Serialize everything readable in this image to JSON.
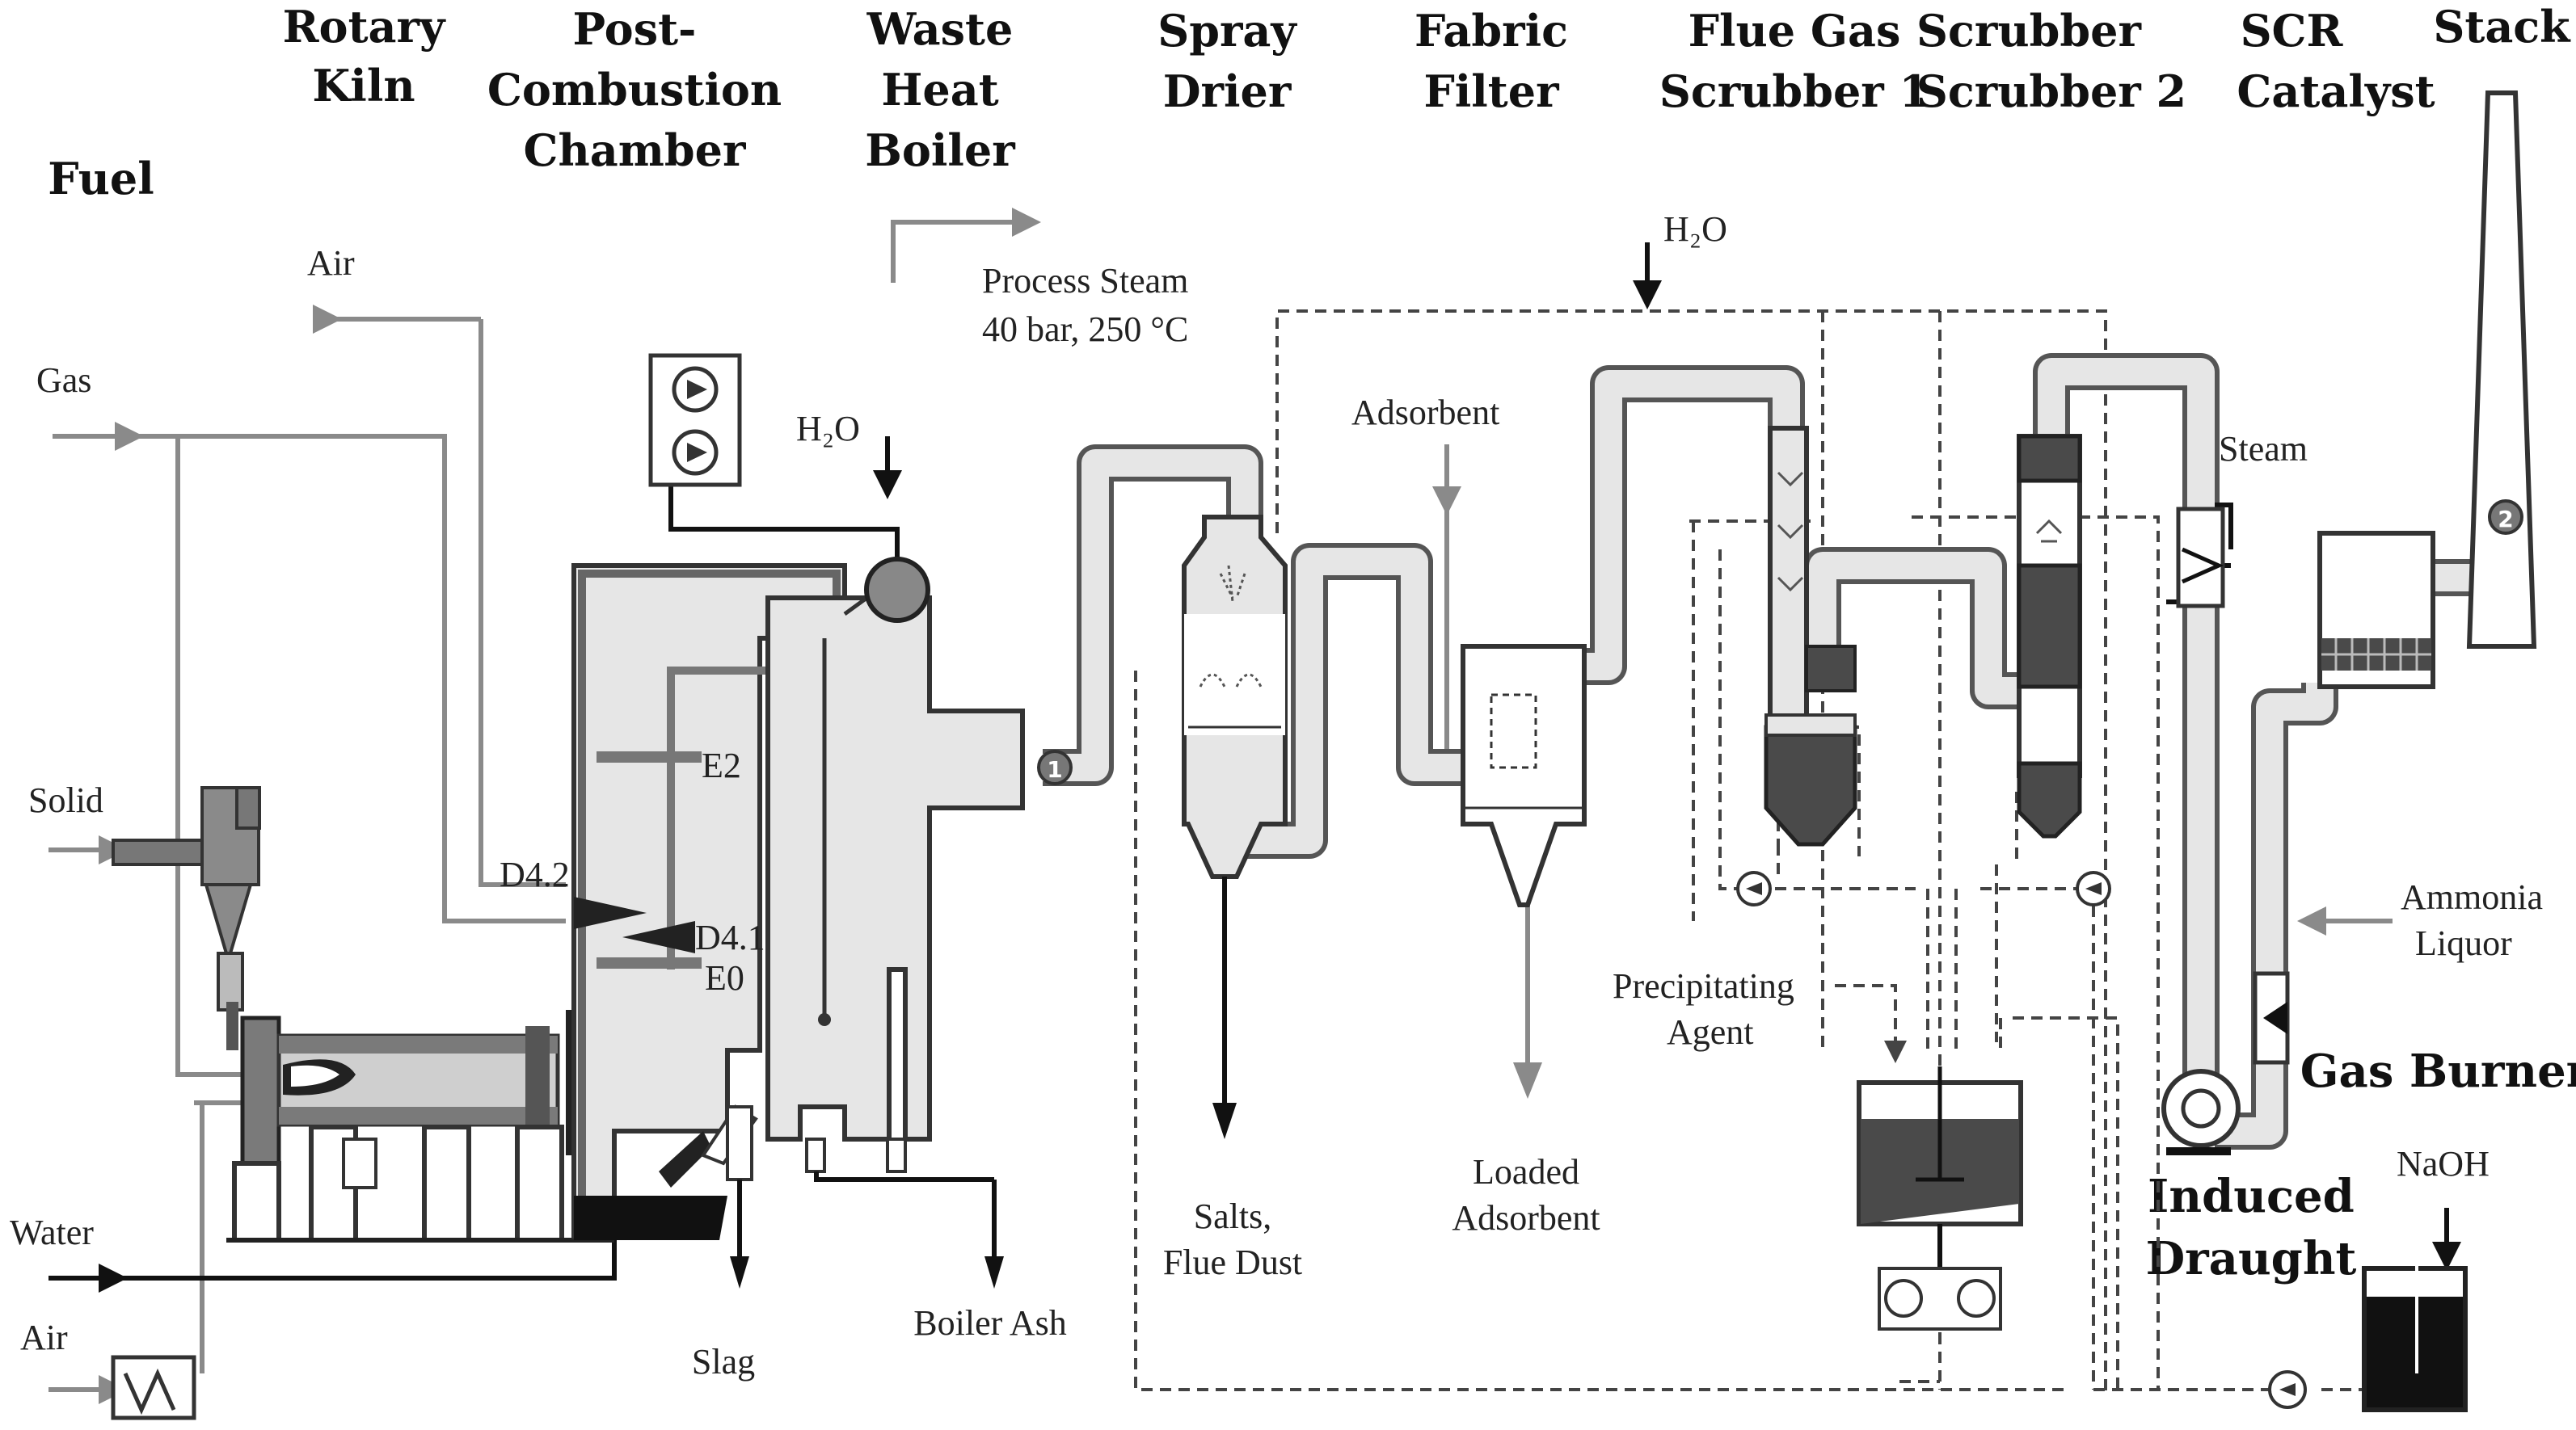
{
  "titles": {
    "rotary_kiln": [
      "Rotary",
      "Kiln"
    ],
    "post_combustion": [
      "Post-",
      "Combustion",
      "Chamber"
    ],
    "waste_heat_boiler": [
      "Waste",
      "Heat",
      "Boiler"
    ],
    "spray_drier": [
      "Spray",
      "Drier"
    ],
    "fabric_filter": [
      "Fabric",
      "Filter"
    ],
    "flue_gas_scrubber": [
      "Flue Gas",
      "Scrubber 1"
    ],
    "scrubber2": [
      "Scrubber",
      "Scrubber 2"
    ],
    "scr_catalyst": [
      "SCR",
      "Catalyst"
    ],
    "stack": "Stack",
    "fuel": "Fuel",
    "gas_burner": "Gas Burner",
    "induced_draught": [
      "Induced",
      "Draught"
    ]
  },
  "labels": {
    "air_top": "Air",
    "gas": "Gas",
    "solid": "Solid",
    "water": "Water",
    "air_bottom": "Air",
    "process_steam": [
      "Process Steam",
      "40 bar, 250 °C"
    ],
    "h2o_boiler": "H₂O",
    "h2o_top": "H₂O",
    "adsorbent": "Adsorbent",
    "steam": "Steam",
    "ammonia": [
      "Ammonia",
      "Liquor"
    ],
    "precipitating": [
      "Precipitating",
      "Agent"
    ],
    "naoh": "NaOH",
    "salts": [
      "Salts,",
      "Flue Dust"
    ],
    "loaded": [
      "Loaded",
      "Adsorbent"
    ],
    "boiler_ash": "Boiler Ash",
    "slag": "Slag",
    "e2": "E2",
    "d42": "D4.2",
    "d41": "D4.1",
    "e0": "E0",
    "mp1": "1",
    "mp2": "2"
  },
  "colors": {
    "pipe_outline": "#555555",
    "pipe_fill": "#e6e6e6",
    "gas_line": "#8a8a8a",
    "liquid_dark": "#4a4a4a"
  }
}
